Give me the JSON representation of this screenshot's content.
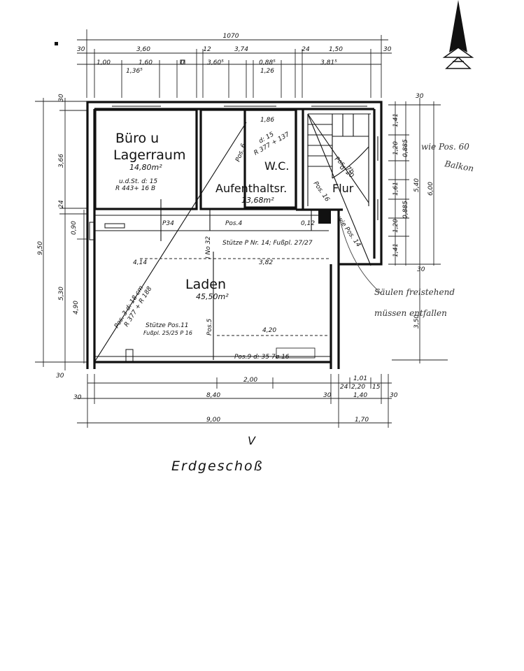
{
  "caption": "Erdgeschoß",
  "rooms": {
    "buero": {
      "name_line1": "Büro u",
      "name_line2": "Lagerraum",
      "area": "14,80m²",
      "note_line1": "u.d.St. d: 15",
      "note_line2": "R 443+ 16 B"
    },
    "aufenthalt": {
      "name": "Aufenthaltsr.",
      "area": "13,68m²"
    },
    "wc": {
      "name": "W.C."
    },
    "flur": {
      "name": "Flur"
    },
    "laden": {
      "name": "Laden",
      "area": "45,50m²"
    }
  },
  "labels": {
    "pos4": "Pos.4",
    "p34": "P34",
    "pos5": "Pos.5",
    "pos9": "Pos.9 d: 35 7ø 16",
    "pos3": "Pos. 3  d: 18 cm",
    "pos3b": "R 377 + R 188",
    "stuetze1": "Stütze P Nr. 14; Fußpl. 27/27",
    "stuetze2": "Stütze Pos.11",
    "stuetze2b": "Fußpl. 25/25 P 16",
    "wc_slab": "d: 15",
    "wc_slab2": "R 377 + 137",
    "w_pos6": "Pos. 6",
    "flur_pos": "Pos. 7b",
    "flur_pos2": "d: 20",
    "stair_pos": "Pos. 16",
    "stair_pos2": "wie Pos. 14",
    "i_no": "I No 32"
  },
  "dims_top": {
    "total": "1070",
    "row1": [
      "30",
      "3,60",
      "12",
      "3,74",
      "24",
      "1,50",
      "30"
    ],
    "row2": [
      "1,00",
      "1,60",
      "1,36⁵",
      "0",
      "3,60⁵",
      "0,88⁵",
      "1,26",
      "3,81⁵"
    ]
  },
  "dims_left": {
    "total": "9,50",
    "parts": [
      "30",
      "3,66",
      "24",
      "5,30"
    ],
    "inner": [
      "0,90",
      "4,90"
    ],
    "bottom": "30"
  },
  "dims_right": {
    "parts": [
      "1,41",
      "1,20",
      "0,885",
      "1,61",
      "0,885",
      "1,20",
      "1,41"
    ],
    "total1": "5,40",
    "total2": "6,00",
    "lower": "3,50",
    "small": "30"
  },
  "dims_inner": {
    "laden_left": "4,14",
    "laden_right": "3,82",
    "laden_w": "4,20",
    "wc_w": "1,86",
    "b1": "0,12"
  },
  "dims_bottom": {
    "row1": [
      "2,00",
      "1,01"
    ],
    "row1b": [
      "24",
      "2,20",
      "15"
    ],
    "row2": [
      "30",
      "8,40",
      "30",
      "1,40",
      "30"
    ],
    "row3": [
      "9,00",
      "1,70"
    ]
  },
  "handwriting": {
    "note1": "wie Pos. 60",
    "note2": "Balkon",
    "note3": "Säulen freistehend",
    "note4": "müssen entfallen"
  },
  "north_mark": "V"
}
